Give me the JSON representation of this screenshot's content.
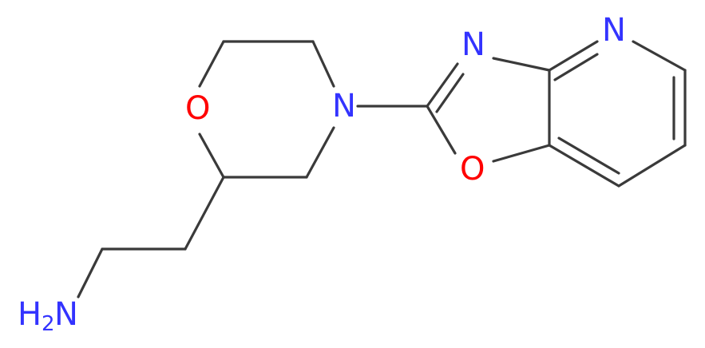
{
  "molecule": {
    "atoms": {
      "oxygen_morpholine": "O",
      "nitrogen_morpholine": "N",
      "nitrogen_oxazole": "N",
      "oxygen_oxazole": "O",
      "nitrogen_pyridine": "N",
      "amine_h": "H",
      "amine_sub": "2",
      "amine_n": "N"
    },
    "colors": {
      "bond": "#3a3a3a",
      "nitrogen": "#3333ff",
      "oxygen": "#ff0000"
    }
  }
}
